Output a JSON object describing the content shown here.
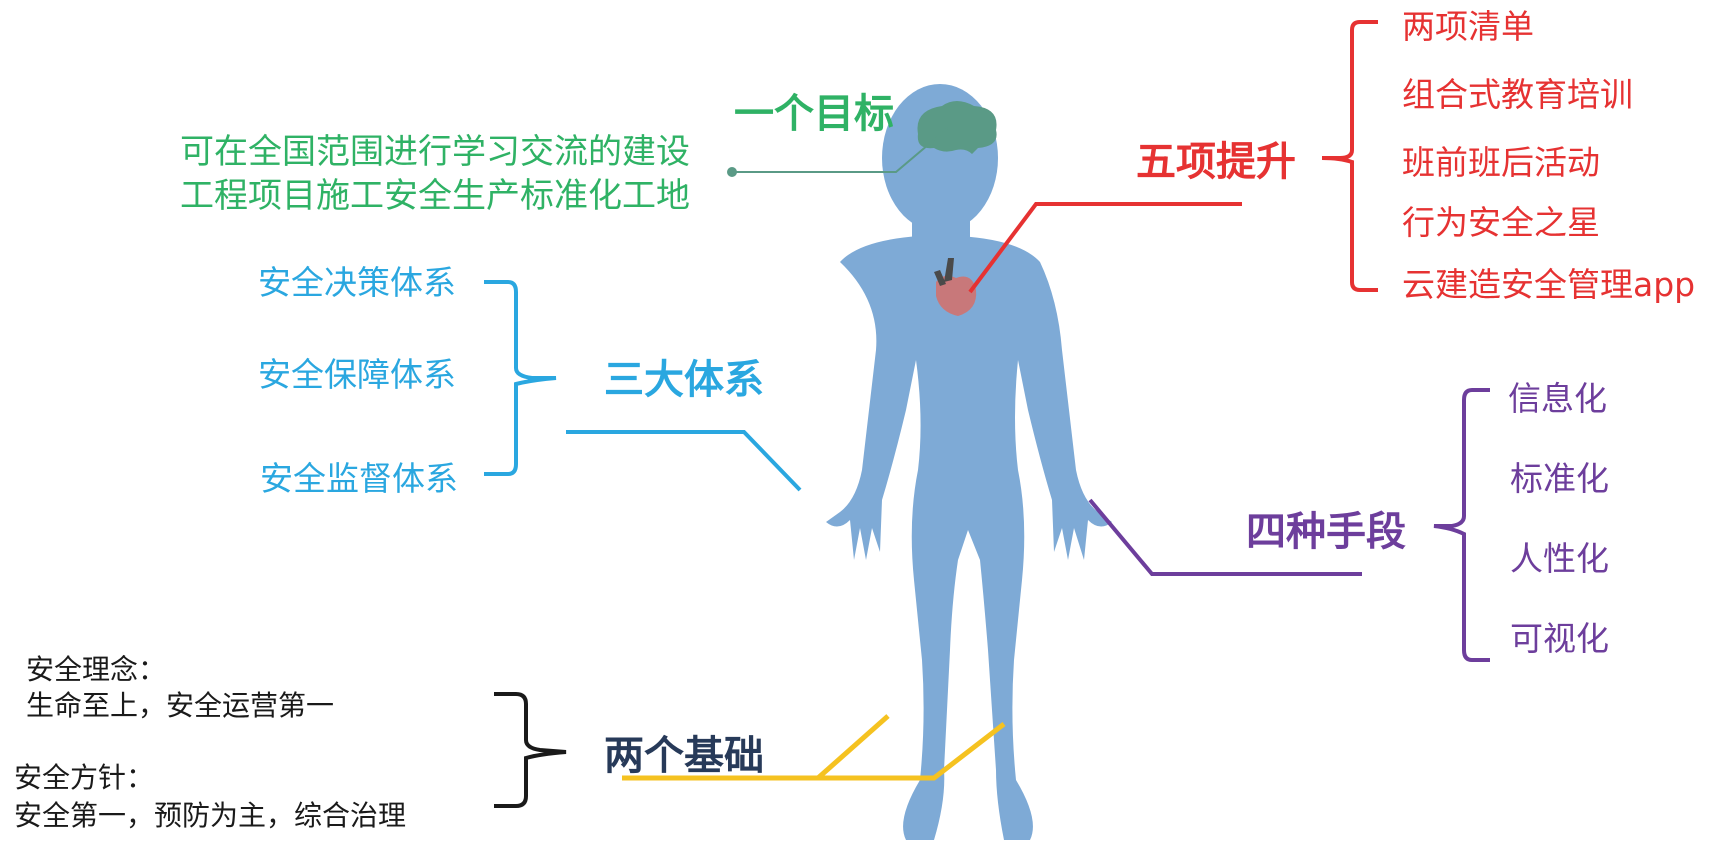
{
  "colors": {
    "figure": "#7eaad6",
    "brain": "#5a9a86",
    "heart": "#c8787a",
    "goal": "#2fb265",
    "systems": "#2aa7e0",
    "upgrades": "#e63232",
    "means": "#6d3e9c",
    "foundations_bracket": "#1a1a1a",
    "foundations_line": "#f5c220"
  },
  "goal": {
    "title": "一个目标",
    "text": "可在全国范围进行学习交流的建设工程项目施工安全生产标准化工地"
  },
  "systems": {
    "title": "三大体系",
    "items": [
      "安全决策体系",
      "安全保障体系",
      "安全监督体系"
    ]
  },
  "upgrades": {
    "title": "五项提升",
    "items": [
      "两项清单",
      "组合式教育培训",
      "班前班后活动",
      "行为安全之星",
      "云建造安全管理app"
    ]
  },
  "means": {
    "title": "四种手段",
    "items": [
      "信息化",
      "标准化",
      "人性化",
      "可视化"
    ]
  },
  "foundations": {
    "title": "两个基础",
    "concept_label": "安全理念：",
    "concept_text": "生命至上，安全运营第一",
    "policy_label": "安全方针：",
    "policy_text": "安全第一，预防为主，综合治理"
  }
}
